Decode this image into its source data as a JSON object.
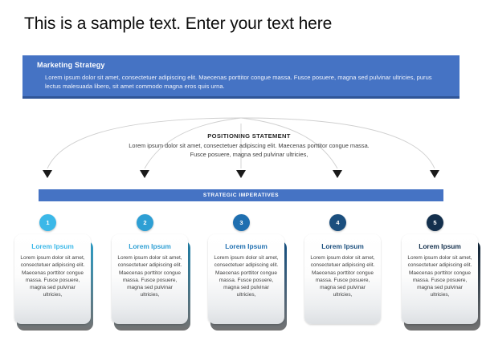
{
  "slide": {
    "title": "This is a sample text. Enter your text here"
  },
  "banner": {
    "title": "Marketing Strategy",
    "body": "Lorem ipsum dolor sit amet, consectetuer adipiscing elit. Maecenas porttitor congue massa. Fusce posuere, magna sed pulvinar ultricies, purus lectus malesuada libero, sit amet commodo magna eros quis urna.",
    "bg_color": "#4573c4",
    "border_color": "#2f5597"
  },
  "positioning": {
    "title": "POSITIONING STATEMENT",
    "body": "Lorem ipsum dolor sit amet, consectetuer adipiscing elit. Maecenas porttitor congue massa. Fusce posuere, magna sed pulvinar ultricies,"
  },
  "strategic_bar": {
    "label": "STRATEGIC IMPERATIVES",
    "bg_color": "#4573c4"
  },
  "steps": [
    {
      "number": "1",
      "circle_color": "#3bb8e8",
      "title": "Lorem Ipsum",
      "title_color": "#3bb8e8",
      "base_color": "#2d9fc9",
      "body": "Lorem ipsum dolor sit amet, consectetuer adipiscing elit. Maecenas porttitor congue massa. Fusce posuere, magna sed pulvinar ultricies,"
    },
    {
      "number": "2",
      "circle_color": "#2e9fd4",
      "title": "Lorem Ipsum",
      "title_color": "#2e9fd4",
      "base_color": "#1d7fa8",
      "body": "Lorem ipsum dolor sit amet, consectetuer adipiscing elit. Maecenas porttitor congue massa. Fusce posuere, magna sed pulvinar ultricies,"
    },
    {
      "number": "3",
      "circle_color": "#1f6fb0",
      "title": "Lorem Ipsum",
      "title_color": "#1f6fb0",
      "base_color": "#124f82",
      "body": "Lorem ipsum dolor sit amet, consectetuer adipiscing elit. Maecenas porttitor congue massa. Fusce posuere, magna sed pulvinar ultricies,"
    },
    {
      "number": "4",
      "circle_color": "#1b4f7e",
      "title": "Lorem Ipsum",
      "title_color": "#1b4f7e",
      "base_color": "#123câ€‹",
      "body": "Lorem ipsum dolor sit amet, consectetuer adipiscing elit. Maecenas porttitor congue massa. Fusce posuere, magna sed pulvinar ultricies,"
    },
    {
      "number": "5",
      "circle_color": "#14304d",
      "title": "Lorem Ipsum",
      "title_color": "#14304d",
      "base_color": "#0d2236",
      "body": "Lorem ipsum dolor sit amet, consectetuer adipiscing elit. Maecenas porttitor congue massa. Fusce posuere, magna sed pulvinar ultricies,"
    }
  ],
  "arrows": {
    "count": 5,
    "color": "#cfcfcf",
    "head_color": "#1a1a1a"
  }
}
